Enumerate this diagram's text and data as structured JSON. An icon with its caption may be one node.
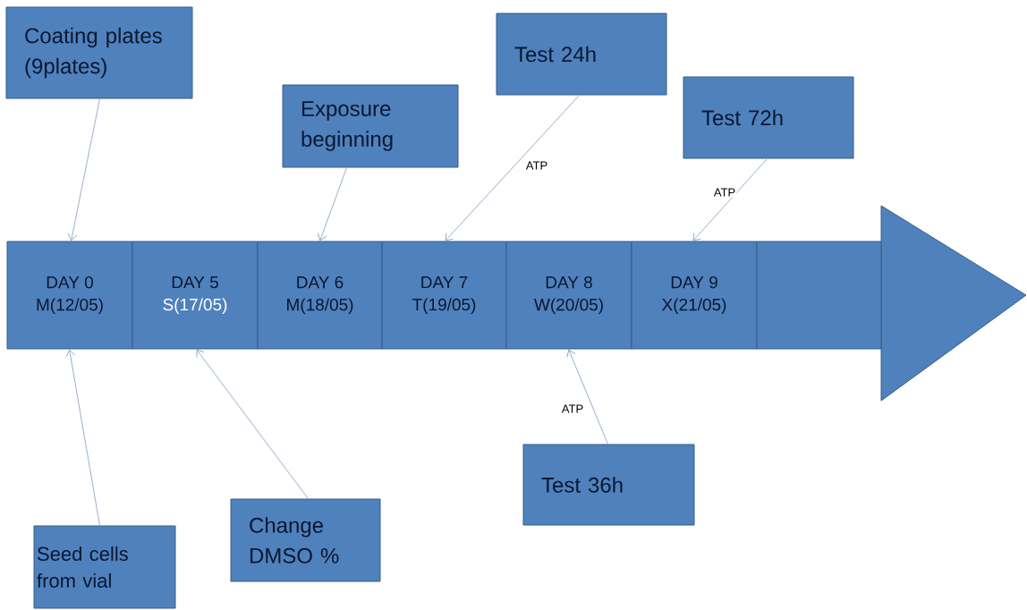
{
  "diagram": {
    "nodes": [
      {
        "text": [
          "Coating plates (9plates)"
        ]
      },
      {
        "text": [
          "Exposure beginning"
        ]
      },
      {
        "text": [
          "Test 24h"
        ]
      },
      {
        "text": [
          "Test 72h"
        ]
      },
      {
        "text": [
          "DAY 0",
          "M(12/05)"
        ]
      },
      {
        "text": [
          "DAY 5",
          "S(17/05)"
        ]
      },
      {
        "text": [
          "DAY 6",
          "M(18/05)"
        ]
      },
      {
        "text": [
          "DAY 7",
          "T(19/05)"
        ]
      },
      {
        "text": [
          "DAY 8",
          "W(20/05)"
        ]
      },
      {
        "text": [
          "DAY 9",
          "X(21/05)"
        ]
      },
      {
        "text": [],
        "shape": "box"
      },
      {
        "text": [
          "Seed cells from vial"
        ]
      },
      {
        "text": [
          "Change DMSO %"
        ]
      },
      {
        "text": [
          "Test 36h"
        ]
      }
    ],
    "edges": [
      {
        "from": 0,
        "to": 4,
        "arrow": "to"
      },
      {
        "from": 1,
        "to": 6,
        "arrow": "to"
      },
      {
        "from": 2,
        "to": 7,
        "arrow": "to",
        "label": "ATP"
      },
      {
        "from": 3,
        "to": 9,
        "arrow": "to",
        "label": "ATP"
      },
      {
        "from": 11,
        "to": 4,
        "arrow": "to"
      },
      {
        "from": 12,
        "to": 5,
        "arrow": "to"
      },
      {
        "from": 13,
        "to": 8,
        "arrow": "to",
        "label": "ATP"
      }
    ]
  }
}
